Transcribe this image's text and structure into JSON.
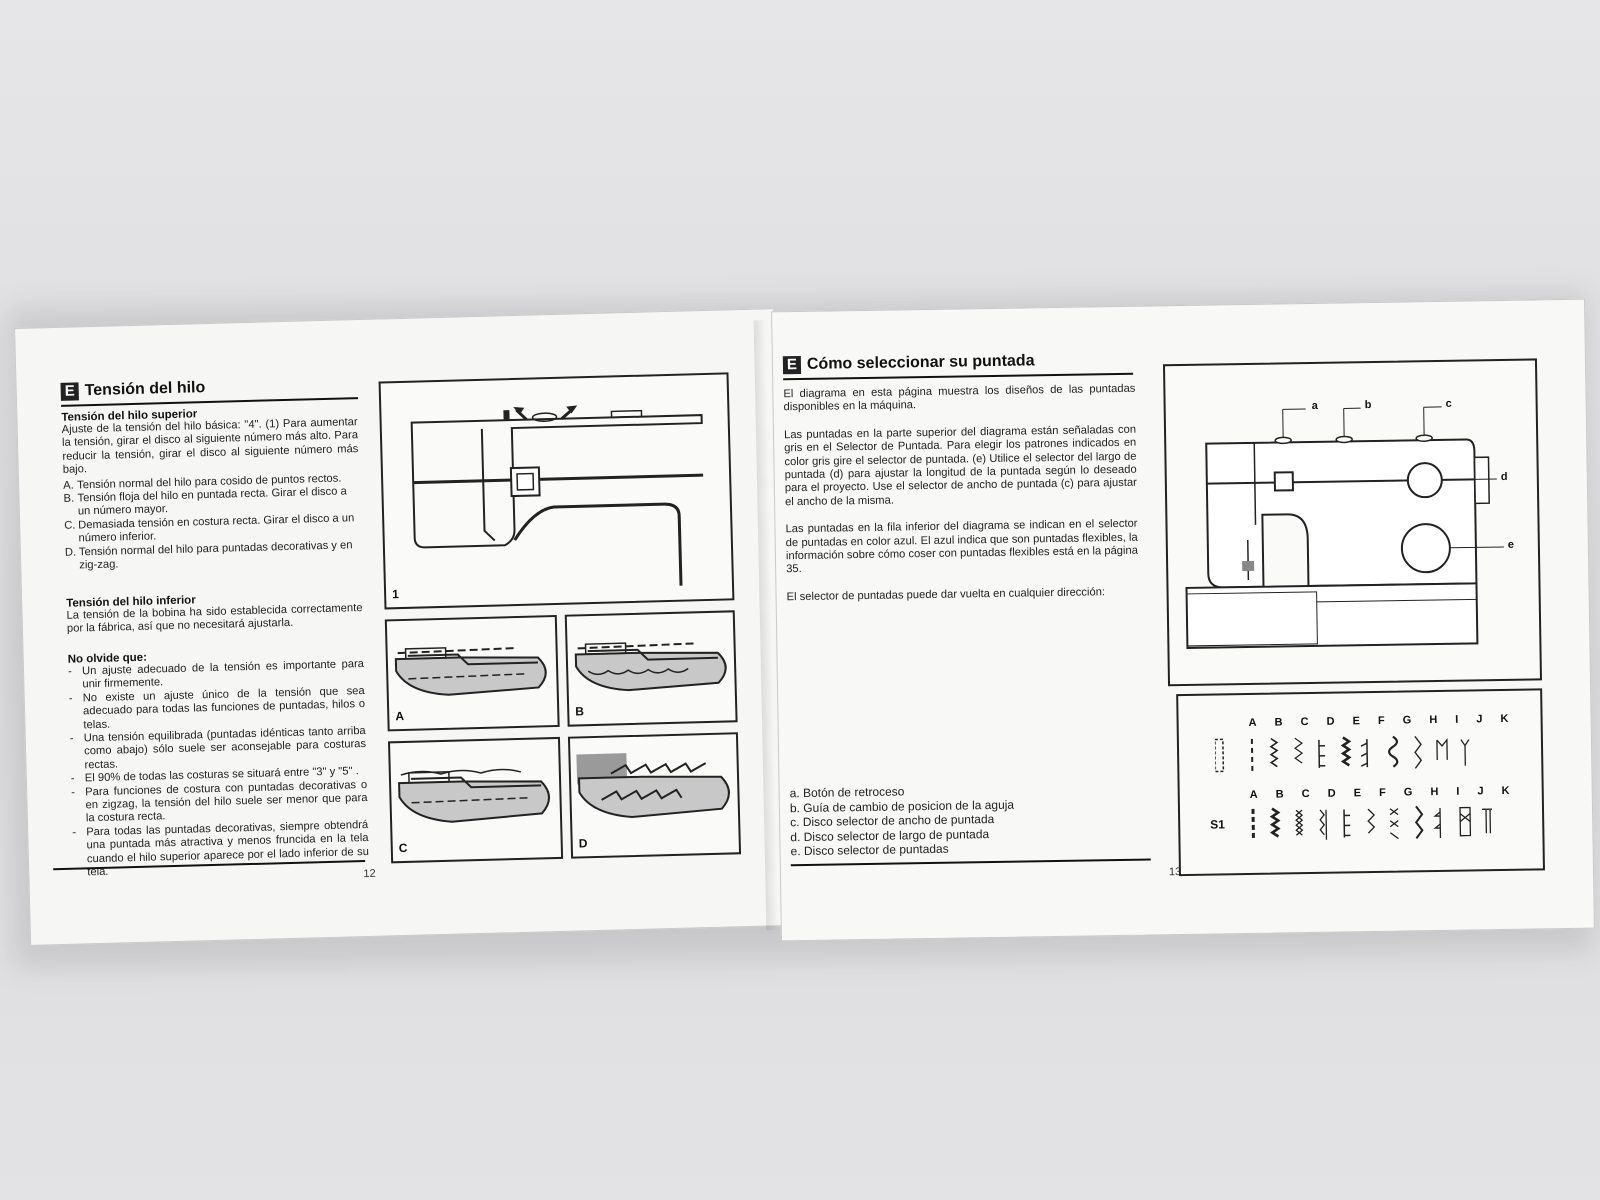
{
  "left_page": {
    "section_letter": "E",
    "title": "Tensión del hilo",
    "upper": {
      "subtitle": "Tensión del hilo superior",
      "paragraph": "Ajuste de la tensión del hilo básica: \"4\". (1) Para aumentar la tensión, girar el disco al siguiente número más alto. Para reducir la tensión, girar el disco al siguiente número más bajo.",
      "items": [
        {
          "marker": "A.",
          "text": "Tensión normal del hilo para cosido de puntos rectos."
        },
        {
          "marker": "B.",
          "text": "Tensión floja del hilo en puntada recta. Girar el disco a un número mayor."
        },
        {
          "marker": "C.",
          "text": "Demasiada tensión en costura recta. Girar el disco a un número inferior."
        },
        {
          "marker": "D.",
          "text": "Tensión normal del hilo para puntadas decorativas y en zig-zag."
        }
      ]
    },
    "lower": {
      "subtitle": "Tensión del hilo inferior",
      "paragraph": "La tensión de la bobina ha sido establecida correctamente por la fábrica, así que no necesitará ajustarla."
    },
    "reminder": {
      "subtitle": "No olvide que:",
      "items": [
        "Un ajuste adecuado de la tensión es importante para unir firmemente.",
        "No existe un ajuste único de la tensión que sea adecuado para todas las funciones de puntadas, hilos o telas.",
        "Una tensión equilibrada (puntadas idénticas tanto arriba como abajo) sólo suele ser aconsejable para costuras rectas.",
        "El 90% de todas las costuras se situará entre \"3\" y \"5\" .",
        "Para funciones de costura con puntadas decorativas o en zigzag, la tensión del hilo suele ser menor que para la costura recta.",
        "Para todas las puntadas decorativas, siempre obtendrá una puntada más atractiva y menos fruncida en la tela cuando el hilo superior aparece por el lado inferior de su tela."
      ]
    },
    "figures": {
      "main": "1",
      "a": "A",
      "b": "B",
      "c": "C",
      "d": "D"
    },
    "page_number": "12"
  },
  "right_page": {
    "section_letter": "E",
    "title": "Cómo seleccionar su puntada",
    "paragraphs": [
      "El diagrama en esta página muestra los diseños de las puntadas disponibles en la máquina.",
      "Las puntadas en la parte superior del diagrama están señaladas con gris en el Selector de Puntada. Para elegir los patrones indicados en color gris gire el selector de puntada. (e) Utilice el selector del largo de puntada (d) para ajustar la longitud de la puntada según lo deseado para el proyecto. Use el selector de ancho de puntada (c) para ajustar el ancho de la misma.",
      "Las puntadas en la fila inferior del diagrama se indican en el selector de puntadas en color azul. El azul indica que son puntadas flexibles, la información sobre cómo coser con puntadas flexibles está en la página 35.",
      "El selector de puntadas puede dar vuelta en cualquier dirección:"
    ],
    "legend": [
      "a. Botón de retroceso",
      "b. Guía de cambio de posicion de la aguja",
      "c. Disco selector de ancho de puntada",
      "d. Disco selector de largo de puntada",
      "e. Disco selector de puntadas"
    ],
    "machine_labels": {
      "a": "a",
      "b": "b",
      "c": "c",
      "d": "d",
      "e": "e"
    },
    "stitch_letters": [
      "A",
      "B",
      "C",
      "D",
      "E",
      "F",
      "G",
      "H",
      "I",
      "J",
      "K"
    ],
    "stitch_row2_label": "S1",
    "page_number": "13"
  }
}
